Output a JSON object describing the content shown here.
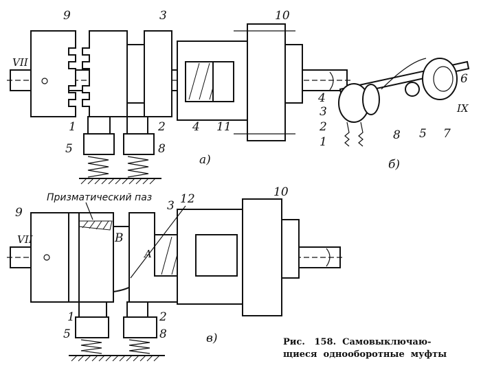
{
  "figure_a": {
    "labels": {
      "n9": "9",
      "n3": "3",
      "n10": "10",
      "shaft": "VII",
      "n1": "1",
      "n2": "2",
      "n5": "5",
      "n8": "8",
      "n4": "4",
      "n11": "11",
      "sub": "а)"
    }
  },
  "figure_b": {
    "labels": {
      "n4": "4",
      "n3": "3",
      "n2": "2",
      "n1": "1",
      "n8": "8",
      "n5": "5",
      "n7": "7",
      "n6": "6",
      "shaft": "IX",
      "sub": "б)"
    }
  },
  "figure_v": {
    "labels": {
      "slot": "Призматический паз",
      "n9": "9",
      "n3": "3",
      "n10": "10",
      "n12": "12",
      "shaft": "VII",
      "B": "B",
      "A": "A",
      "n1": "1",
      "n2": "2",
      "n5": "5",
      "n8": "8",
      "sub": "в)"
    }
  },
  "caption": {
    "line1": "Рис.   158.  Самовыключаю-",
    "line2": "щиеся  однооборотные  муфты"
  }
}
